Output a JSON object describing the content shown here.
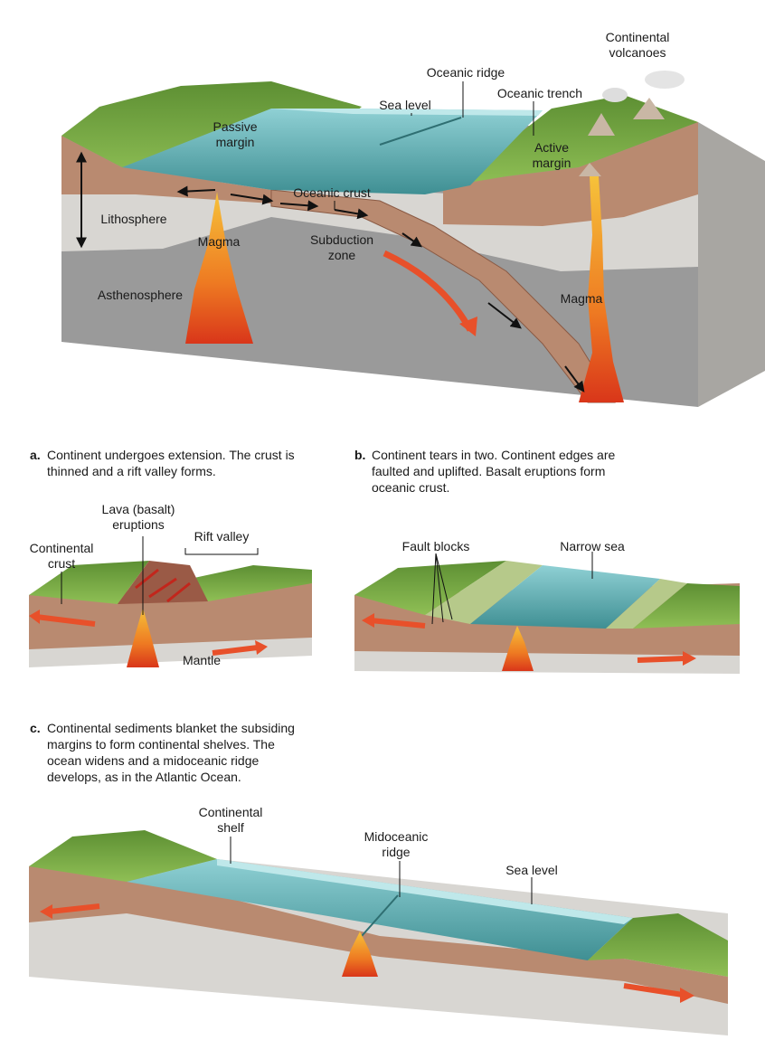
{
  "colors": {
    "land": "#7fb24a",
    "land_dark": "#5d8f33",
    "ocean": "#4da6a8",
    "ocean_light": "#8fd0d4",
    "crust": "#b98a70",
    "crust_dark": "#8a5a44",
    "lithosphere": "#d8d6d2",
    "asthenosphere": "#9a9a9a",
    "magma": "#e8561c",
    "magma_yellow": "#f6c23a",
    "arrow": "#e8502a"
  },
  "top": {
    "continental_volcanoes": [
      "Continental",
      "volcanoes"
    ],
    "oceanic_ridge": "Oceanic ridge",
    "oceanic_trench": "Oceanic trench",
    "sea_level": "Sea level",
    "passive_margin": [
      "Passive",
      "margin"
    ],
    "active_margin": [
      "Active",
      "margin"
    ],
    "oceanic_crust": "Oceanic crust",
    "lithosphere": "Lithosphere",
    "magma_left": "Magma",
    "subduction_zone": [
      "Subduction",
      "zone"
    ],
    "asthenosphere": "Asthenosphere",
    "magma_right": "Magma"
  },
  "panel_a": {
    "letter": "a.",
    "caption": [
      "Continent undergoes extension. The crust is",
      "thinned and a rift valley forms."
    ],
    "lava": [
      "Lava (basalt)",
      "eruptions"
    ],
    "rift_valley": "Rift valley",
    "continental_crust": [
      "Continental",
      "crust"
    ],
    "mantle": "Mantle"
  },
  "panel_b": {
    "letter": "b.",
    "caption": [
      "Continent tears in two. Continent edges are",
      "faulted and uplifted. Basalt eruptions form",
      "oceanic crust."
    ],
    "fault_blocks": "Fault blocks",
    "narrow_sea": "Narrow sea"
  },
  "panel_c": {
    "letter": "c.",
    "caption": [
      "Continental sediments blanket the subsiding",
      "margins to form continental shelves. The",
      "ocean widens and a midoceanic ridge",
      "develops, as in the Atlantic Ocean."
    ],
    "continental_shelf": [
      "Continental",
      "shelf"
    ],
    "midoceanic_ridge": [
      "Midoceanic",
      "ridge"
    ],
    "sea_level": "Sea level"
  }
}
